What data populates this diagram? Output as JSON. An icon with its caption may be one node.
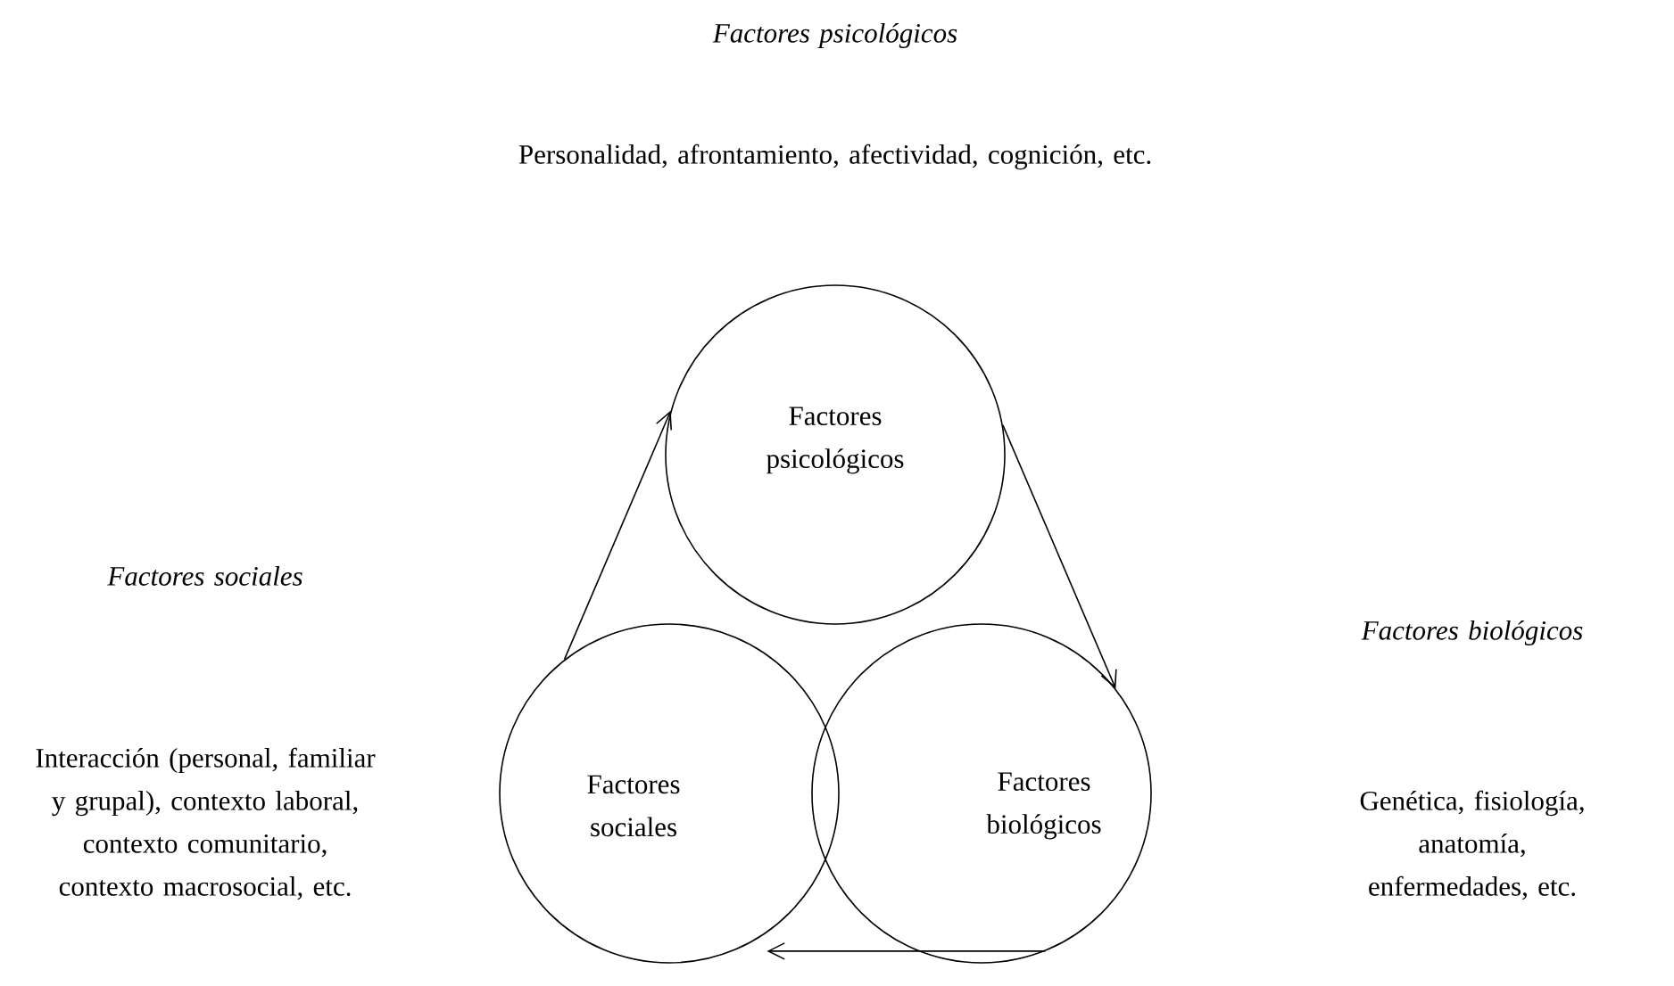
{
  "diagram": {
    "nodes": [
      {
        "text": [
          "Factores psicológicos"
        ]
      },
      {
        "text": [
          "Factores sociales"
        ]
      },
      {
        "text": [
          "Factores biológicos"
        ]
      }
    ],
    "edges": [
      {
        "from": 0,
        "to": 2,
        "arrow": "to"
      },
      {
        "from": 2,
        "to": 1,
        "arrow": "to"
      },
      {
        "from": 1,
        "to": 0,
        "arrow": "to"
      }
    ],
    "labels": [
      "*Factores psicológicos*",
      "Personalidad, afrontamiento, afectividad, cognición, etc.",
      "*Factores sociales*",
      "Interacción (personal, familiar y grupal), contexto laboral, contexto comunitario, contexto macrosocial, etc.",
      "*Factores biológicos*",
      "Genética, fisiología, anatomía, enfermedades, etc."
    ]
  }
}
